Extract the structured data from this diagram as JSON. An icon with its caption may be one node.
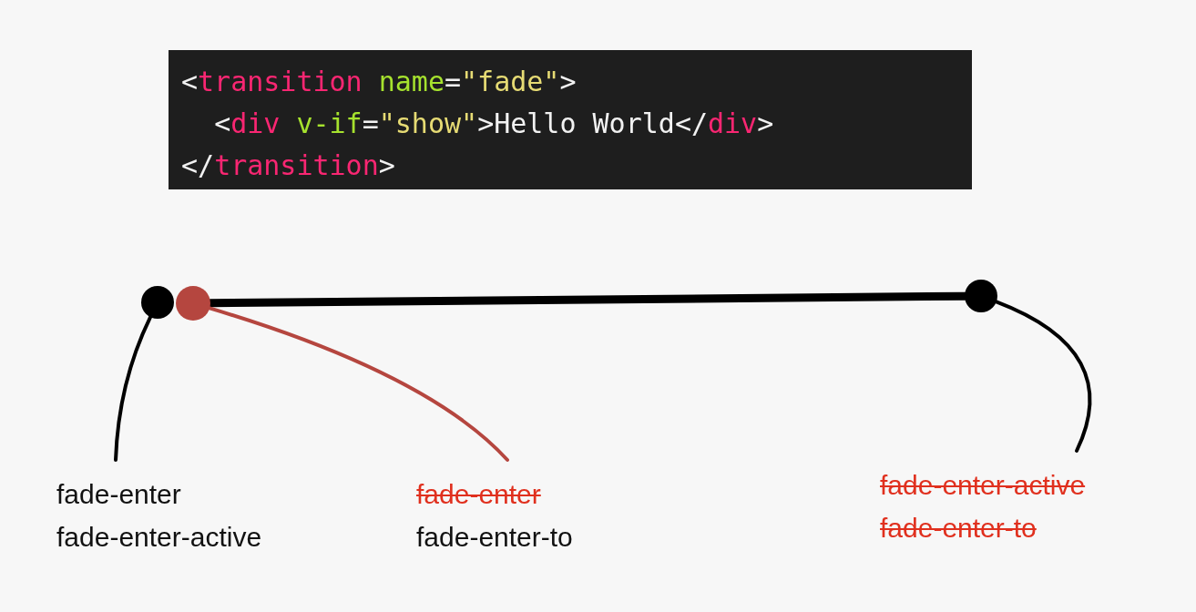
{
  "diagram": {
    "nodes": [
      {
        "text": [
          "<transition name=\"fade\">",
          "  <div v-if=\"show\">Hello World</div>",
          "</transition>"
        ]
      },
      {
        "text": [],
        "shape": "circle"
      },
      {
        "text": [],
        "shape": "circle"
      },
      {
        "text": [],
        "shape": "circle"
      },
      {
        "text": [
          "fade-enter",
          "fade-enter-active"
        ]
      },
      {
        "text": [
          "fade-enter",
          "fade-enter-to"
        ]
      },
      {
        "text": [
          "fade-enter-active",
          "fade-enter-to"
        ]
      }
    ],
    "edges": [
      {
        "from": 2,
        "to": 3,
        "arrow": "none",
        "style": "thick"
      },
      {
        "from": 1,
        "to": 4,
        "arrow": "none"
      },
      {
        "from": 2,
        "to": 5,
        "arrow": "none",
        "color": "#b5463f"
      },
      {
        "from": 3,
        "to": 6,
        "arrow": "none"
      }
    ]
  }
}
